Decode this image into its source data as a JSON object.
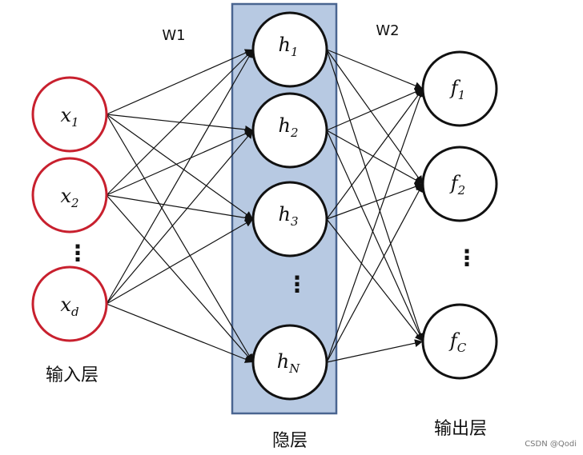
{
  "weights": {
    "w1": "W1",
    "w2": "W2"
  },
  "layers": {
    "input": {
      "label": "输入层",
      "nodes": [
        {
          "base": "x",
          "sub": "1"
        },
        {
          "base": "x",
          "sub": "2"
        },
        {
          "base": "x",
          "sub": "d"
        }
      ],
      "ellipsis": "⋮"
    },
    "hidden": {
      "label": "隐层",
      "nodes": [
        {
          "base": "h",
          "sub": "1"
        },
        {
          "base": "h",
          "sub": "2"
        },
        {
          "base": "h",
          "sub": "3"
        },
        {
          "base": "h",
          "sub": "N"
        }
      ],
      "ellipsis": "⋮"
    },
    "output": {
      "label": "输出层",
      "nodes": [
        {
          "base": "f",
          "sub": "1"
        },
        {
          "base": "f",
          "sub": "2"
        },
        {
          "base": "f",
          "sub": "C"
        }
      ],
      "ellipsis": "⋮"
    }
  },
  "watermark": "CSDN @Qodi",
  "colors": {
    "input_stroke": "#c8202e",
    "node_stroke": "#111111",
    "hidden_fill": "#b7c9e2",
    "hidden_border": "#4a6590",
    "edge": "#111111"
  }
}
